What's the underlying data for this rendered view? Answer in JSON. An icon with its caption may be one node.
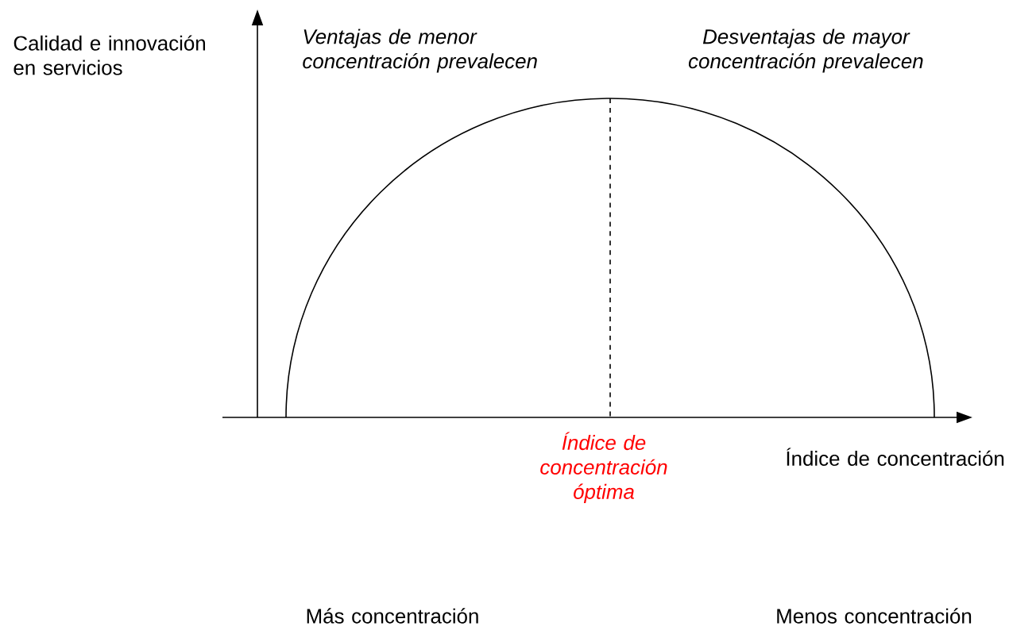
{
  "diagram": {
    "labels": [
      "Calidad e innovación en servicios",
      "Ventajas de menor concentración prevalecen",
      "Desventajas de mayor concentración prevalecen",
      "Índice de concentración óptima",
      "Índice de concentración",
      "Más concentración",
      "Menos concentración"
    ]
  }
}
